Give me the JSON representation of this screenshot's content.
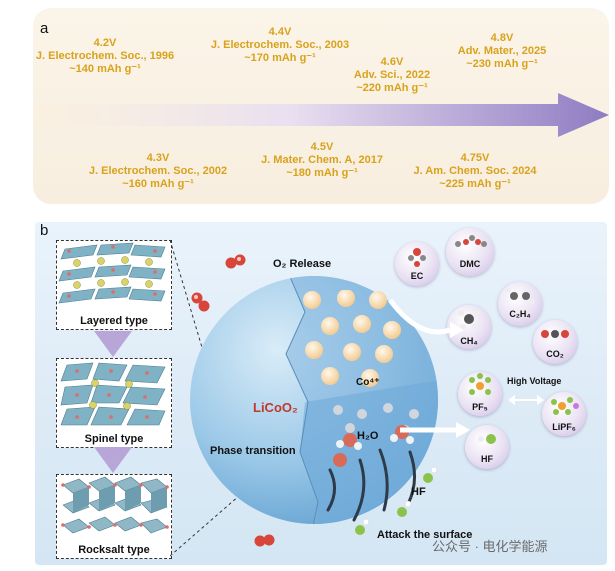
{
  "panel_a": {
    "label": "a",
    "milestones_top": [
      {
        "voltage": "4.2V",
        "journal": "J. Electrochem. Soc., 1996",
        "capacity": "~140 mAh g⁻¹"
      },
      {
        "voltage": "4.4V",
        "journal": "J. Electrochem. Soc., 2003",
        "capacity": "~170 mAh g⁻¹"
      },
      {
        "voltage": "4.6V",
        "journal": "Adv. Sci., 2022",
        "capacity": "~220 mAh g⁻¹"
      },
      {
        "voltage": "4.8V",
        "journal": "Adv. Mater., 2025",
        "capacity": "~230 mAh g⁻¹"
      }
    ],
    "milestones_bottom": [
      {
        "voltage": "4.3V",
        "journal": "J. Electrochem. Soc., 2002",
        "capacity": "~160 mAh g⁻¹"
      },
      {
        "voltage": "4.5V",
        "journal": "J. Mater. Chem. A, 2017",
        "capacity": "~180 mAh g⁻¹"
      },
      {
        "voltage": "4.75V",
        "journal": "J. Am. Chem. Soc. 2024",
        "capacity": "~225 mAh g⁻¹"
      }
    ],
    "colors": {
      "text": "#d9a21b",
      "arrow_end": "#8e7cc3"
    }
  },
  "panel_b": {
    "label": "b",
    "structures": [
      "Layered type",
      "Spinel type",
      "Rocksalt type"
    ],
    "o2_release": "O₂ Release",
    "particle": "LiCoO₂",
    "co_ion": "Co⁴⁺",
    "phase_transition": "Phase transition",
    "h2o": "H₂O",
    "hf": "HF",
    "attack": "Attack the surface",
    "high_voltage": "High Voltage",
    "molecules": {
      "ec": "EC",
      "dmc": "DMC",
      "c2h4": "C₂H₄",
      "ch4": "CH₄",
      "co2": "CO₂",
      "pf5": "PF₅",
      "lipf6": "LiPF₆",
      "hf": "HF"
    }
  },
  "watermark": "公众号 · 电化学能源"
}
